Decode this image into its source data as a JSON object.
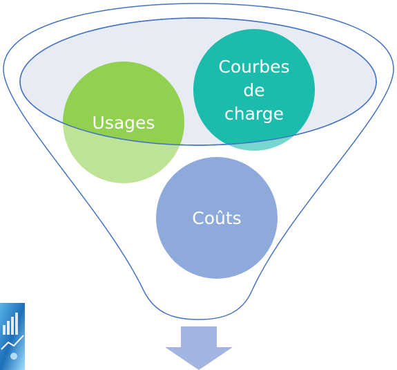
{
  "diagram": {
    "type": "funnel",
    "circles": [
      {
        "id": "usages",
        "lines": [
          "Usages"
        ],
        "color": "#92d050"
      },
      {
        "id": "courbes-de-charge",
        "lines": [
          "Courbes",
          "de",
          "charge"
        ],
        "color": "#1cbcad"
      },
      {
        "id": "couts",
        "lines": [
          "Coûts"
        ],
        "color": "#8eaadb"
      }
    ],
    "funnel": {
      "fill": "#e7ebf4",
      "stroke": "#4472c4"
    },
    "arrow": {
      "direction": "down",
      "color": "#a3b4e0"
    },
    "thumbnail": {
      "icon": "chart-image-icon"
    }
  }
}
